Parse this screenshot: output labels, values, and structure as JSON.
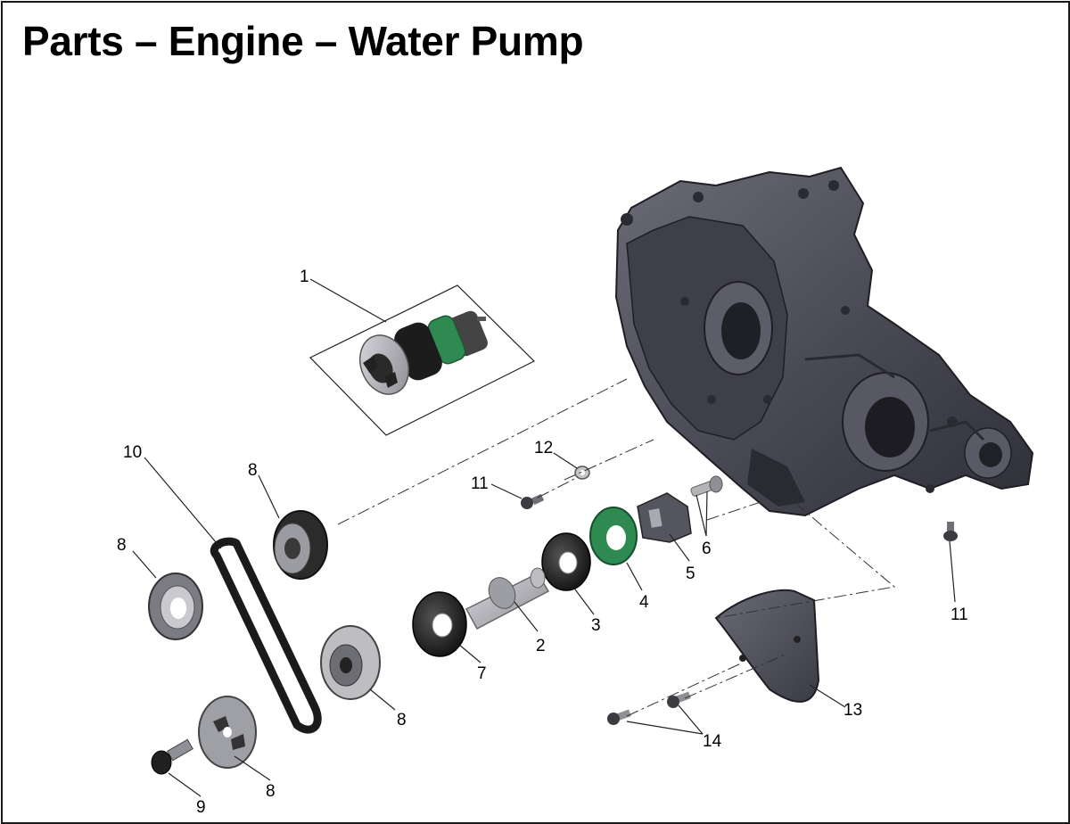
{
  "title": "Parts – Engine – Water Pump",
  "colors": {
    "housing": "#4d4d59",
    "metal": "#b5b5bb",
    "seal_green": "#2f8a52",
    "belt": "#1b1b1b",
    "leader_line": "#333333"
  },
  "callouts": {
    "c1": "1",
    "c2": "2",
    "c3": "3",
    "c4": "4",
    "c5": "5",
    "c6": "6",
    "c7": "7",
    "c8a": "8",
    "c8b": "8",
    "c8c": "8",
    "c8d": "8",
    "c9": "9",
    "c10": "10",
    "c11a": "11",
    "c11b": "11",
    "c12": "12",
    "c13": "13",
    "c14": "14"
  }
}
